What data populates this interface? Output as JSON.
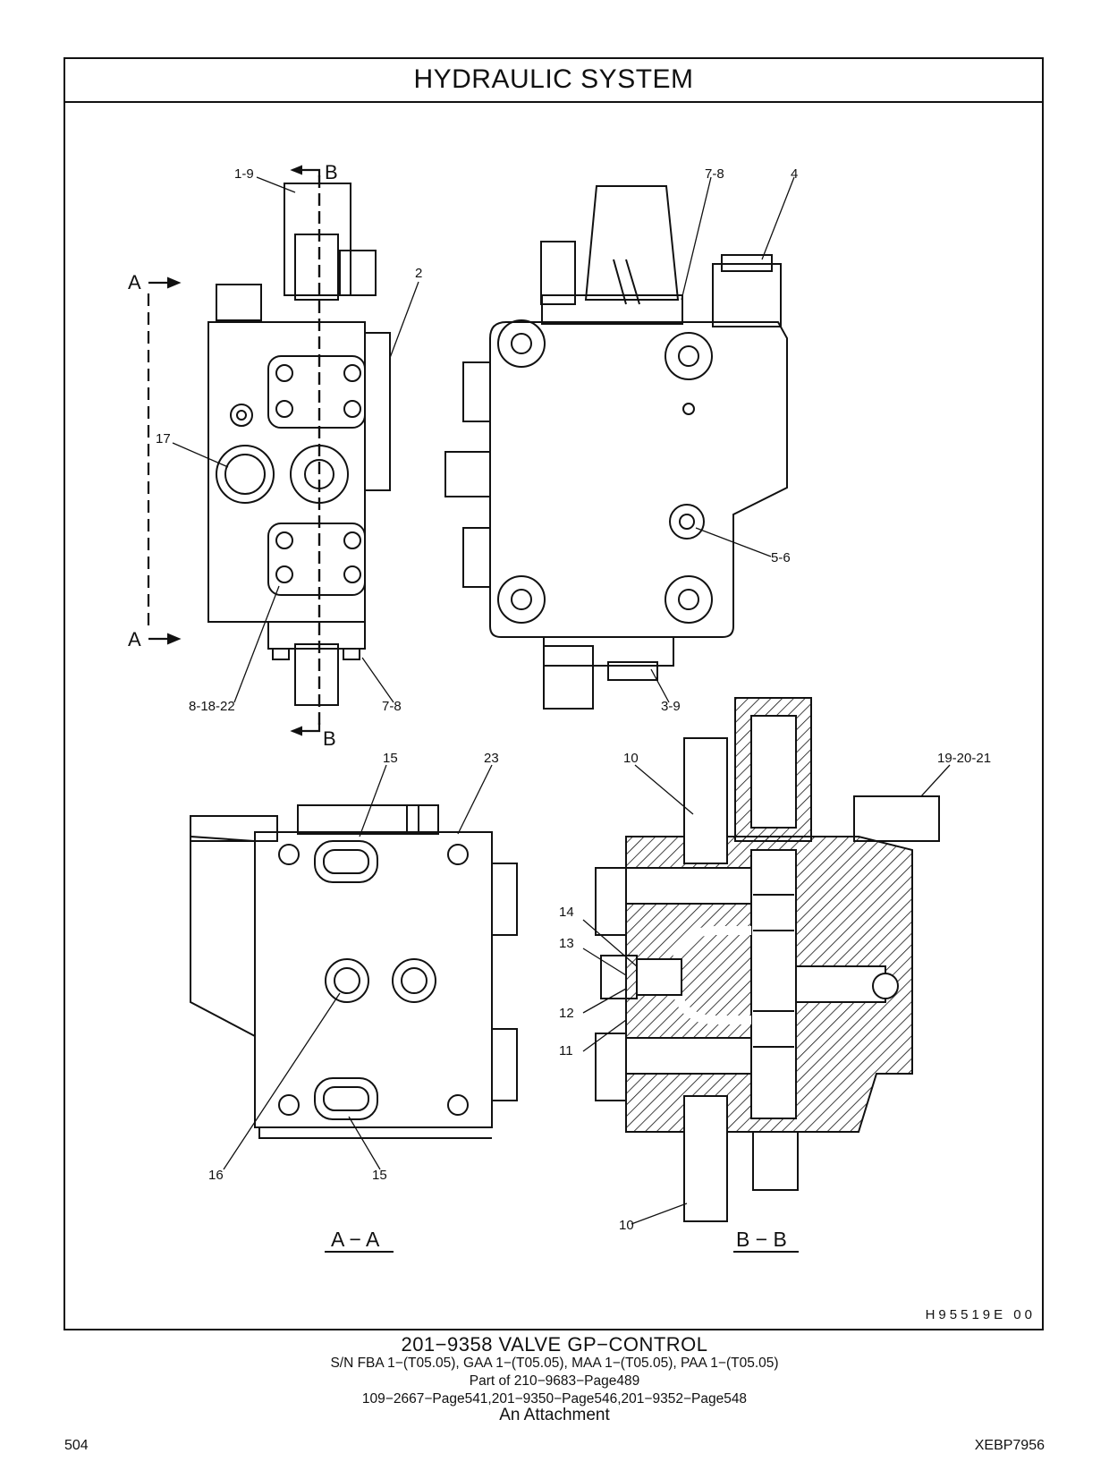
{
  "header": {
    "title": "HYDRAULIC   SYSTEM"
  },
  "diagram": {
    "section_markers": {
      "a": "A",
      "b": "B"
    },
    "callouts": {
      "c_1_9": "1-9",
      "c_7_8_top": "7-8",
      "c_4": "4",
      "c_2": "2",
      "c_17": "17",
      "c_5_6": "5-6",
      "c_8_18_22": "8-18-22",
      "c_7_8_bottom": "7-8",
      "c_3_9": "3-9",
      "c_15_top": "15",
      "c_23": "23",
      "c_16": "16",
      "c_15_bottom": "15",
      "c_10_top": "10",
      "c_19_20_21": "19-20-21",
      "c_14": "14",
      "c_13": "13",
      "c_12": "12",
      "c_11": "11",
      "c_10_bottom": "10"
    },
    "section_titles": {
      "aa": "A − A",
      "bb": "B − B"
    },
    "drawing_code": "H95519E    00"
  },
  "caption": {
    "title": "201−9358  VALVE  GP−CONTROL",
    "serial_line": "S/N FBA 1−(T05.05), GAA 1−(T05.05), MAA 1−(T05.05), PAA 1−(T05.05)",
    "part_of": "Part of 210−9683−Page489",
    "refs": "109−2667−Page541,201−9350−Page546,201−9352−Page548",
    "attachment": "An Attachment"
  },
  "footer": {
    "page_number": "504",
    "doc_code": "XEBP7956"
  }
}
